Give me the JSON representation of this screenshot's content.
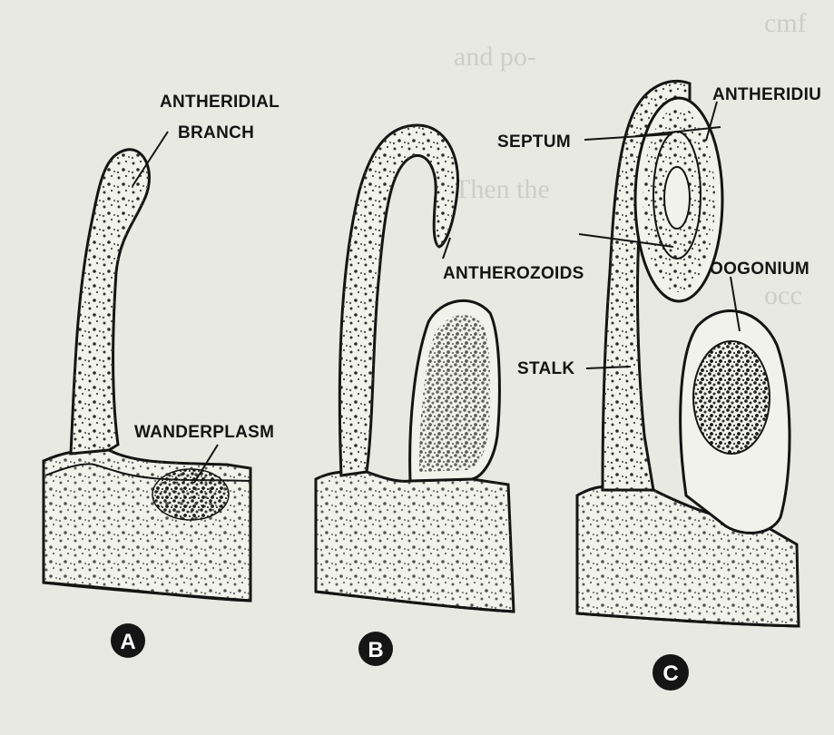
{
  "figure": {
    "labels": {
      "antheridial_branch_line1": "ANTHERIDIAL",
      "antheridial_branch_line2": "BRANCH",
      "wanderplasm": "WANDERPLASM",
      "antherozoids": "ANTHEROZOIDS",
      "septum": "SEPTUM",
      "antheridium": "ANTHERIDIU",
      "oogonium": "OOGONIUM",
      "stalk": "STALK"
    },
    "stages": [
      {
        "letter": "A"
      },
      {
        "letter": "B"
      },
      {
        "letter": "C"
      }
    ]
  },
  "background_text": [
    "and po-",
    "Then the",
    "cmf",
    "occ"
  ],
  "colors": {
    "paper": "#e9e9e3",
    "ink": "#141414",
    "cell_fill": "#f2f2ec",
    "badge": "#151515"
  }
}
